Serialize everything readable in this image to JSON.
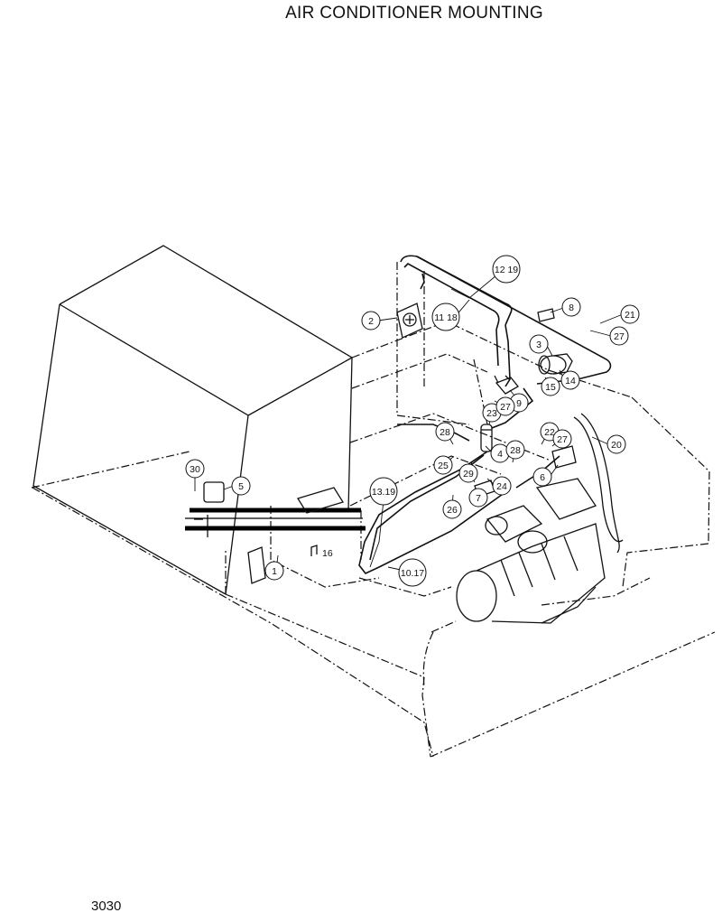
{
  "title": "AIR CONDITIONER MOUNTING",
  "page_number": "3030",
  "callouts": [
    {
      "label": "1"
    },
    {
      "label": "2"
    },
    {
      "label": "3"
    },
    {
      "label": "4"
    },
    {
      "label": "5"
    },
    {
      "label": "6"
    },
    {
      "label": "7"
    },
    {
      "label": "8"
    },
    {
      "label": "9"
    },
    {
      "label": "10.17"
    },
    {
      "label": "11 18"
    },
    {
      "label": "12 19"
    },
    {
      "label": "13.19"
    },
    {
      "label": "14"
    },
    {
      "label": "15"
    },
    {
      "label": "20"
    },
    {
      "label": "21"
    },
    {
      "label": "22"
    },
    {
      "label": "23"
    },
    {
      "label": "24"
    },
    {
      "label": "25"
    },
    {
      "label": "26"
    },
    {
      "label": "27"
    },
    {
      "label": "27"
    },
    {
      "label": "27"
    },
    {
      "label": "28"
    },
    {
      "label": "28"
    },
    {
      "label": "29"
    },
    {
      "label": "30"
    }
  ],
  "loose_labels": [
    {
      "label": "16"
    }
  ]
}
